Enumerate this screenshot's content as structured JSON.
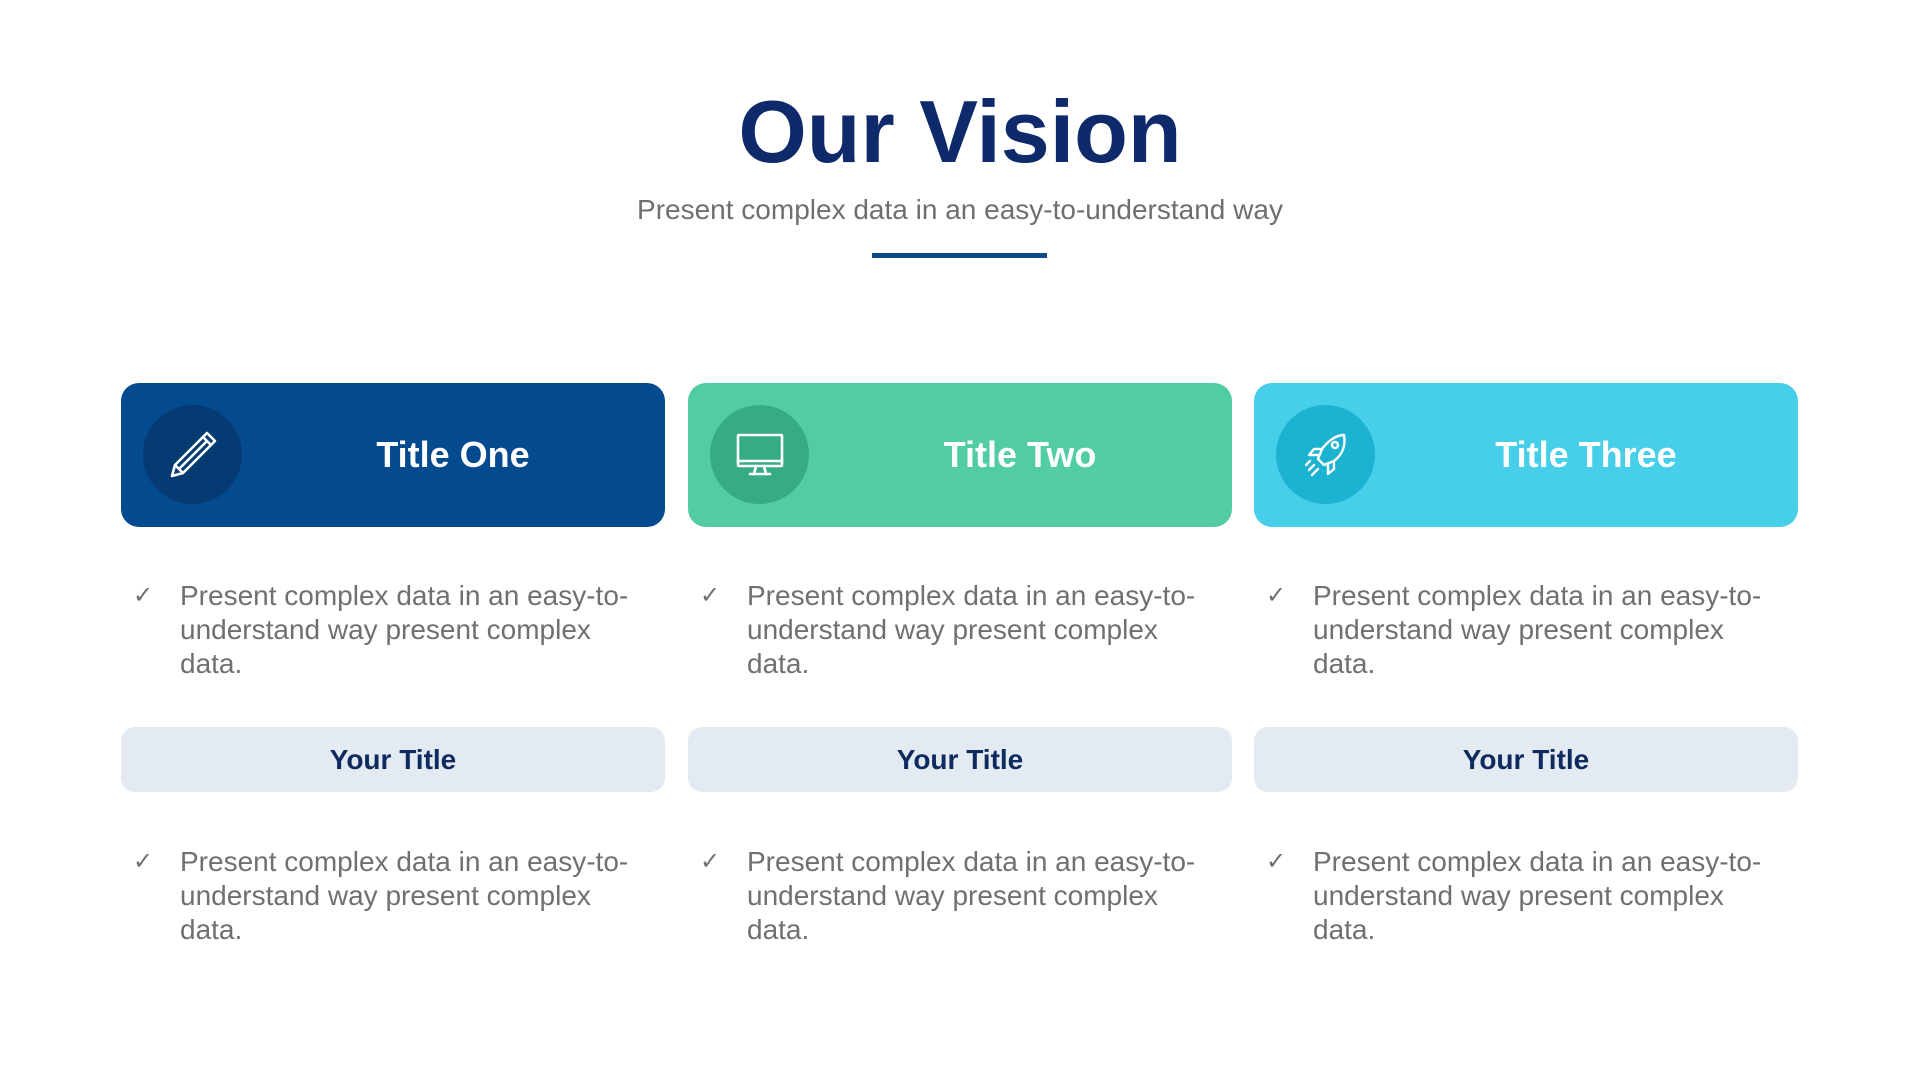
{
  "header": {
    "title": "Our Vision",
    "subtitle": "Present complex data in an easy-to-understand way"
  },
  "columns": [
    {
      "title": "Title One",
      "icon": "pencil-icon",
      "color": "#034a8f",
      "icon_bg": "#063a73",
      "bullet_top": "Present complex data in an easy-to-understand way present complex data.",
      "subtitle": "Your Title",
      "bullet_bottom": "Present complex data in an easy-to-understand way present complex data."
    },
    {
      "title": "Title Two",
      "icon": "monitor-icon",
      "color": "#52cca4",
      "icon_bg": "#36ab84",
      "bullet_top": "Present complex data in an easy-to-understand way present complex data.",
      "subtitle": "Your Title",
      "bullet_bottom": "Present complex data in an easy-to-understand way present complex data."
    },
    {
      "title": "Title Three",
      "icon": "rocket-icon",
      "color": "#47cfe9",
      "icon_bg": "#1cb2d2",
      "bullet_top": "Present complex data in an easy-to-understand way present complex data.",
      "subtitle": "Your Title",
      "bullet_bottom": "Present complex data in an easy-to-understand way present complex data."
    }
  ],
  "check_glyph": "✓",
  "colors": {
    "title": "#0f2a6b",
    "divider": "#0d4a8a",
    "subbar_bg": "#e3eaf1",
    "body_text": "#707070"
  }
}
